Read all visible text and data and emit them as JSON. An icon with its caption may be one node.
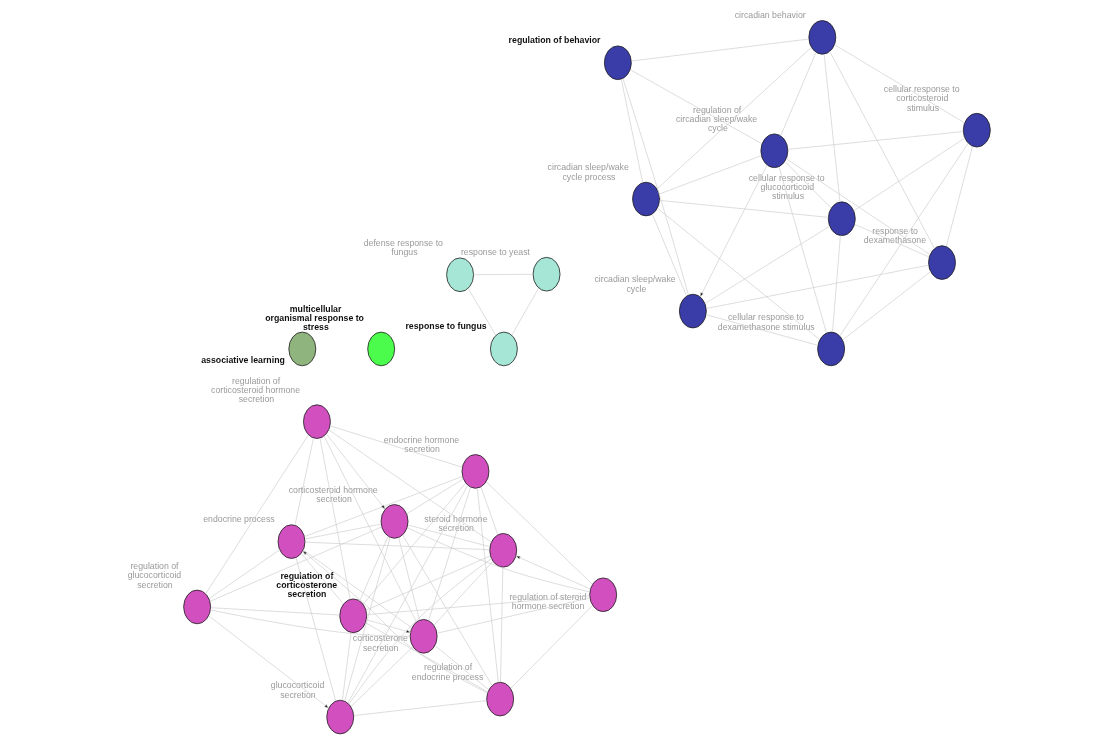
{
  "diagram": {
    "nodes": [
      {
        "text": [
          "defense response to fungus"
        ]
      },
      {
        "text": [
          "response to yeast"
        ]
      },
      {
        "text": [
          "response to fungus"
        ]
      },
      {
        "text": [
          "multicellular organismal response to stress"
        ]
      },
      {
        "text": [
          "associative learning"
        ]
      },
      {
        "text": [
          "endocrine process"
        ]
      },
      {
        "text": [
          "regulation of endocrine process"
        ]
      },
      {
        "text": [
          "regulation of steroid hormone secretion"
        ]
      },
      {
        "text": [
          "endocrine hormone secretion"
        ]
      },
      {
        "text": [
          "regulation of corticosteroid hormone secretion"
        ]
      },
      {
        "text": [
          "steroid hormone secretion"
        ]
      },
      {
        "text": [
          "regulation of glucocorticoid secretion"
        ]
      },
      {
        "text": [
          "corticosteroid hormone secretion"
        ]
      },
      {
        "text": [
          "regulation of corticosterone secretion"
        ]
      },
      {
        "text": [
          "corticosterone secretion"
        ]
      },
      {
        "text": [
          "glucocorticoid secretion"
        ]
      },
      {
        "text": [
          "response to dexamethasone"
        ]
      },
      {
        "text": [
          "cellular response to corticosteroid stimulus"
        ]
      },
      {
        "text": [
          "cellular response to dexamethasone stimulus"
        ]
      },
      {
        "text": [
          "cellular response to glucocorticoid stimulus"
        ]
      },
      {
        "text": [
          "circadian behavior"
        ]
      },
      {
        "text": [
          "regulation of behavior"
        ]
      },
      {
        "text": [
          "circadian sleep/wake cycle process"
        ]
      },
      {
        "text": [
          "circadian sleep/wake cycle"
        ]
      },
      {
        "text": [
          "regulation of circadian sleep/wake cycle"
        ]
      }
    ],
    "edges": [
      {
        "from": 0,
        "to": 2,
        "arrow": "none"
      },
      {
        "from": 0,
        "to": 1,
        "arrow": "none"
      },
      {
        "from": 1,
        "to": 2,
        "arrow": "none"
      },
      {
        "from": 6,
        "to": 5,
        "arrow": "to"
      },
      {
        "from": 7,
        "to": 10,
        "arrow": "to"
      },
      {
        "from": 9,
        "to": 12,
        "arrow": "to"
      },
      {
        "from": 13,
        "to": 14,
        "arrow": "to"
      },
      {
        "from": 11,
        "to": 15,
        "arrow": "to"
      },
      {
        "from": 5,
        "to": 8,
        "arrow": "none"
      },
      {
        "from": 5,
        "to": 10,
        "arrow": "none"
      },
      {
        "from": 5,
        "to": 11,
        "arrow": "none"
      },
      {
        "from": 5,
        "to": 12,
        "arrow": "none"
      },
      {
        "from": 5,
        "to": 14,
        "arrow": "none"
      },
      {
        "from": 5,
        "to": 15,
        "arrow": "none"
      },
      {
        "from": 5,
        "to": 13,
        "arrow": "none"
      },
      {
        "from": 5,
        "to": 9,
        "arrow": "none"
      },
      {
        "from": 6,
        "to": 8,
        "arrow": "none"
      },
      {
        "from": 6,
        "to": 7,
        "arrow": "none"
      },
      {
        "from": 6,
        "to": 10,
        "arrow": "none"
      },
      {
        "from": 6,
        "to": 13,
        "arrow": "none"
      },
      {
        "from": 6,
        "to": 14,
        "arrow": "none"
      },
      {
        "from": 6,
        "to": 12,
        "arrow": "none"
      },
      {
        "from": 6,
        "to": 15,
        "arrow": "none"
      },
      {
        "from": 7,
        "to": 8,
        "arrow": "none"
      },
      {
        "from": 7,
        "to": 13,
        "arrow": "none"
      },
      {
        "from": 7,
        "to": 14,
        "arrow": "none"
      },
      {
        "from": 7,
        "to": 12,
        "arrow": "none"
      },
      {
        "from": 8,
        "to": 9,
        "arrow": "none"
      },
      {
        "from": 8,
        "to": 12,
        "arrow": "none"
      },
      {
        "from": 8,
        "to": 10,
        "arrow": "none"
      },
      {
        "from": 8,
        "to": 14,
        "arrow": "none"
      },
      {
        "from": 8,
        "to": 15,
        "arrow": "none"
      },
      {
        "from": 8,
        "to": 13,
        "arrow": "none"
      },
      {
        "from": 10,
        "to": 12,
        "arrow": "none"
      },
      {
        "from": 10,
        "to": 15,
        "arrow": "none"
      },
      {
        "from": 10,
        "to": 14,
        "arrow": "none"
      },
      {
        "from": 10,
        "to": 9,
        "arrow": "none"
      },
      {
        "from": 10,
        "to": 13,
        "arrow": "none"
      },
      {
        "from": 9,
        "to": 13,
        "arrow": "none"
      },
      {
        "from": 9,
        "to": 14,
        "arrow": "none"
      },
      {
        "from": 9,
        "to": 11,
        "arrow": "none"
      },
      {
        "from": 11,
        "to": 12,
        "arrow": "none"
      },
      {
        "from": 11,
        "to": 13,
        "arrow": "none"
      },
      {
        "from": 11,
        "to": 14,
        "arrow": "none"
      },
      {
        "from": 12,
        "to": 13,
        "arrow": "none"
      },
      {
        "from": 12,
        "to": 14,
        "arrow": "none"
      },
      {
        "from": 12,
        "to": 15,
        "arrow": "none"
      },
      {
        "from": 13,
        "to": 15,
        "arrow": "none"
      },
      {
        "from": 14,
        "to": 15,
        "arrow": "none"
      },
      {
        "from": 16,
        "to": 17,
        "arrow": "none"
      },
      {
        "from": 16,
        "to": 18,
        "arrow": "none"
      },
      {
        "from": 17,
        "to": 18,
        "arrow": "none"
      },
      {
        "from": 16,
        "to": 19,
        "arrow": "none"
      },
      {
        "from": 16,
        "to": 20,
        "arrow": "none"
      },
      {
        "from": 16,
        "to": 23,
        "arrow": "none"
      },
      {
        "from": 16,
        "to": 24,
        "arrow": "none"
      },
      {
        "from": 17,
        "to": 19,
        "arrow": "none"
      },
      {
        "from": 17,
        "to": 20,
        "arrow": "none"
      },
      {
        "from": 17,
        "to": 24,
        "arrow": "none"
      },
      {
        "from": 18,
        "to": 19,
        "arrow": "none"
      },
      {
        "from": 18,
        "to": 22,
        "arrow": "none"
      },
      {
        "from": 18,
        "to": 23,
        "arrow": "none"
      },
      {
        "from": 18,
        "to": 24,
        "arrow": "none"
      },
      {
        "from": 19,
        "to": 20,
        "arrow": "none"
      },
      {
        "from": 19,
        "to": 22,
        "arrow": "none"
      },
      {
        "from": 19,
        "to": 23,
        "arrow": "none"
      },
      {
        "from": 19,
        "to": 24,
        "arrow": "none"
      },
      {
        "from": 20,
        "to": 21,
        "arrow": "none"
      },
      {
        "from": 20,
        "to": 22,
        "arrow": "none"
      },
      {
        "from": 20,
        "to": 24,
        "arrow": "none"
      },
      {
        "from": 21,
        "to": 22,
        "arrow": "none"
      },
      {
        "from": 21,
        "to": 23,
        "arrow": "none"
      },
      {
        "from": 21,
        "to": 24,
        "arrow": "none"
      },
      {
        "from": 22,
        "to": 23,
        "arrow": "none"
      },
      {
        "from": 22,
        "to": 24,
        "arrow": "none"
      },
      {
        "from": 24,
        "to": 23,
        "arrow": "to"
      }
    ]
  }
}
